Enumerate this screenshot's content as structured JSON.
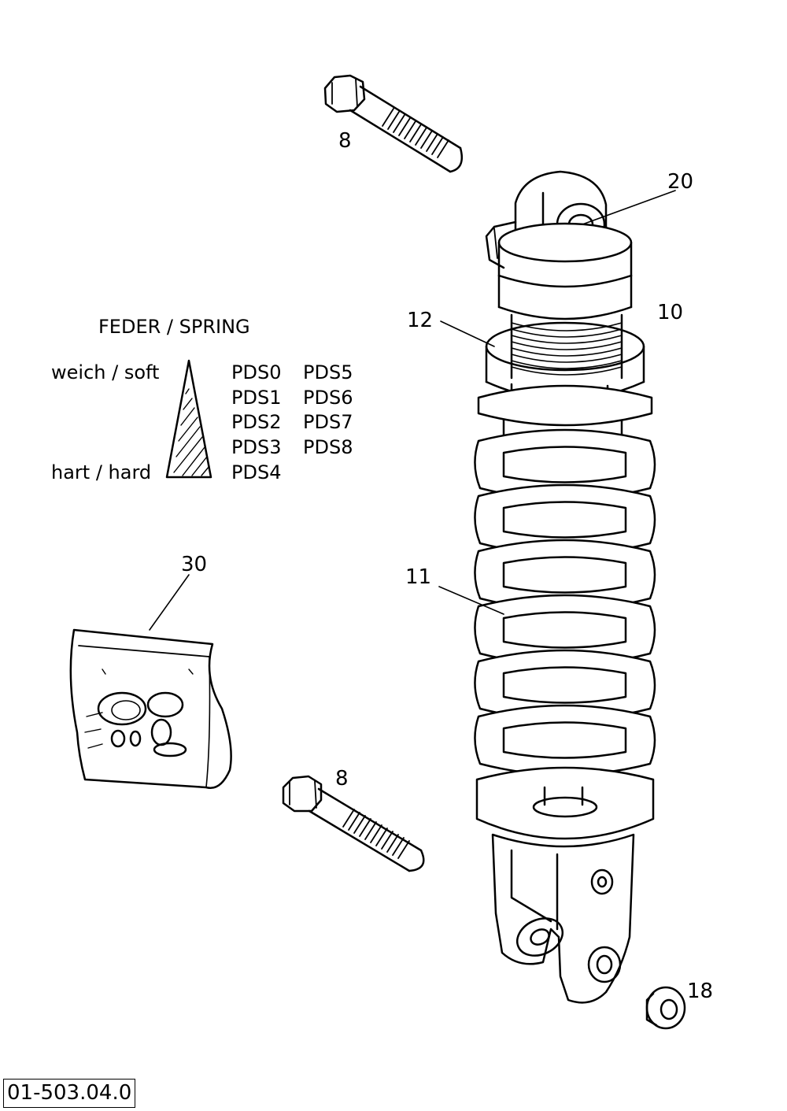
{
  "callouts": {
    "bolt_top": "8",
    "pin": "20",
    "shock": "10",
    "ring": "12",
    "spring": "11",
    "kit": "30",
    "bolt_bottom": "8",
    "bushing": "18"
  },
  "spring_table": {
    "title": "FEDER / SPRING",
    "soft_label": "weich / soft",
    "hard_label": "hart / hard",
    "col1": [
      "PDS0",
      "PDS1",
      "PDS2",
      "PDS3",
      "PDS4"
    ],
    "col2": [
      "PDS5",
      "PDS6",
      "PDS7",
      "PDS8"
    ]
  },
  "diagram_code": "01-503.04.0"
}
